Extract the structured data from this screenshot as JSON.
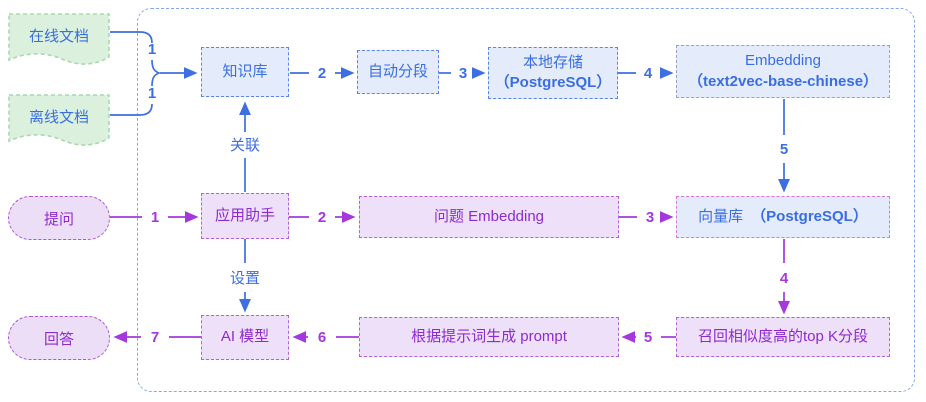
{
  "diagram": {
    "sources": {
      "online_doc": "在线文档",
      "offline_doc": "离线文档"
    },
    "io": {
      "question": "提问",
      "answer": "回答"
    },
    "nodes": {
      "knowledge_base": "知识库",
      "auto_segment": "自动分段",
      "local_storage": {
        "line1": "本地存储",
        "line2": "（PostgreSQL）"
      },
      "embedding": {
        "line1": "Embedding",
        "line2": "（text2vec-base-chinese）"
      },
      "app_assistant": "应用助手",
      "question_embedding": "问题 Embedding",
      "vector_db": {
        "name": "向量库",
        "engine": "（PostgreSQL）"
      },
      "ai_model": "AI 模型",
      "generate_prompt": "根据提示词生成 prompt",
      "recall_topk": "召回相似度高的top K分段"
    },
    "edge_labels": {
      "online_doc_step": "1",
      "offline_doc_step": "1",
      "kb_to_segment": "2",
      "segment_to_storage": "3",
      "storage_to_embedding": "4",
      "embedding_to_vector": "5",
      "relation": "关联",
      "settings": "设置",
      "question_to_assistant": "1",
      "assistant_to_qembedding": "2",
      "qembedding_to_vector": "3",
      "vector_to_recall": "4",
      "recall_to_prompt": "5",
      "prompt_to_model": "6",
      "model_to_answer": "7"
    },
    "colors": {
      "blue_text": "#3a6ee0",
      "blue_arrow": "#3d6fe0",
      "purple_text": "#8d2bd0",
      "purple_arrow": "#a438dd",
      "green_fill": "#dbf1de",
      "green_border": "#a9d8ae",
      "blue_fill": "#e4ecfb",
      "purple_fill": "#eee0f9",
      "pink_border": "#d977dc",
      "frame_border": "#84a7f0"
    }
  }
}
